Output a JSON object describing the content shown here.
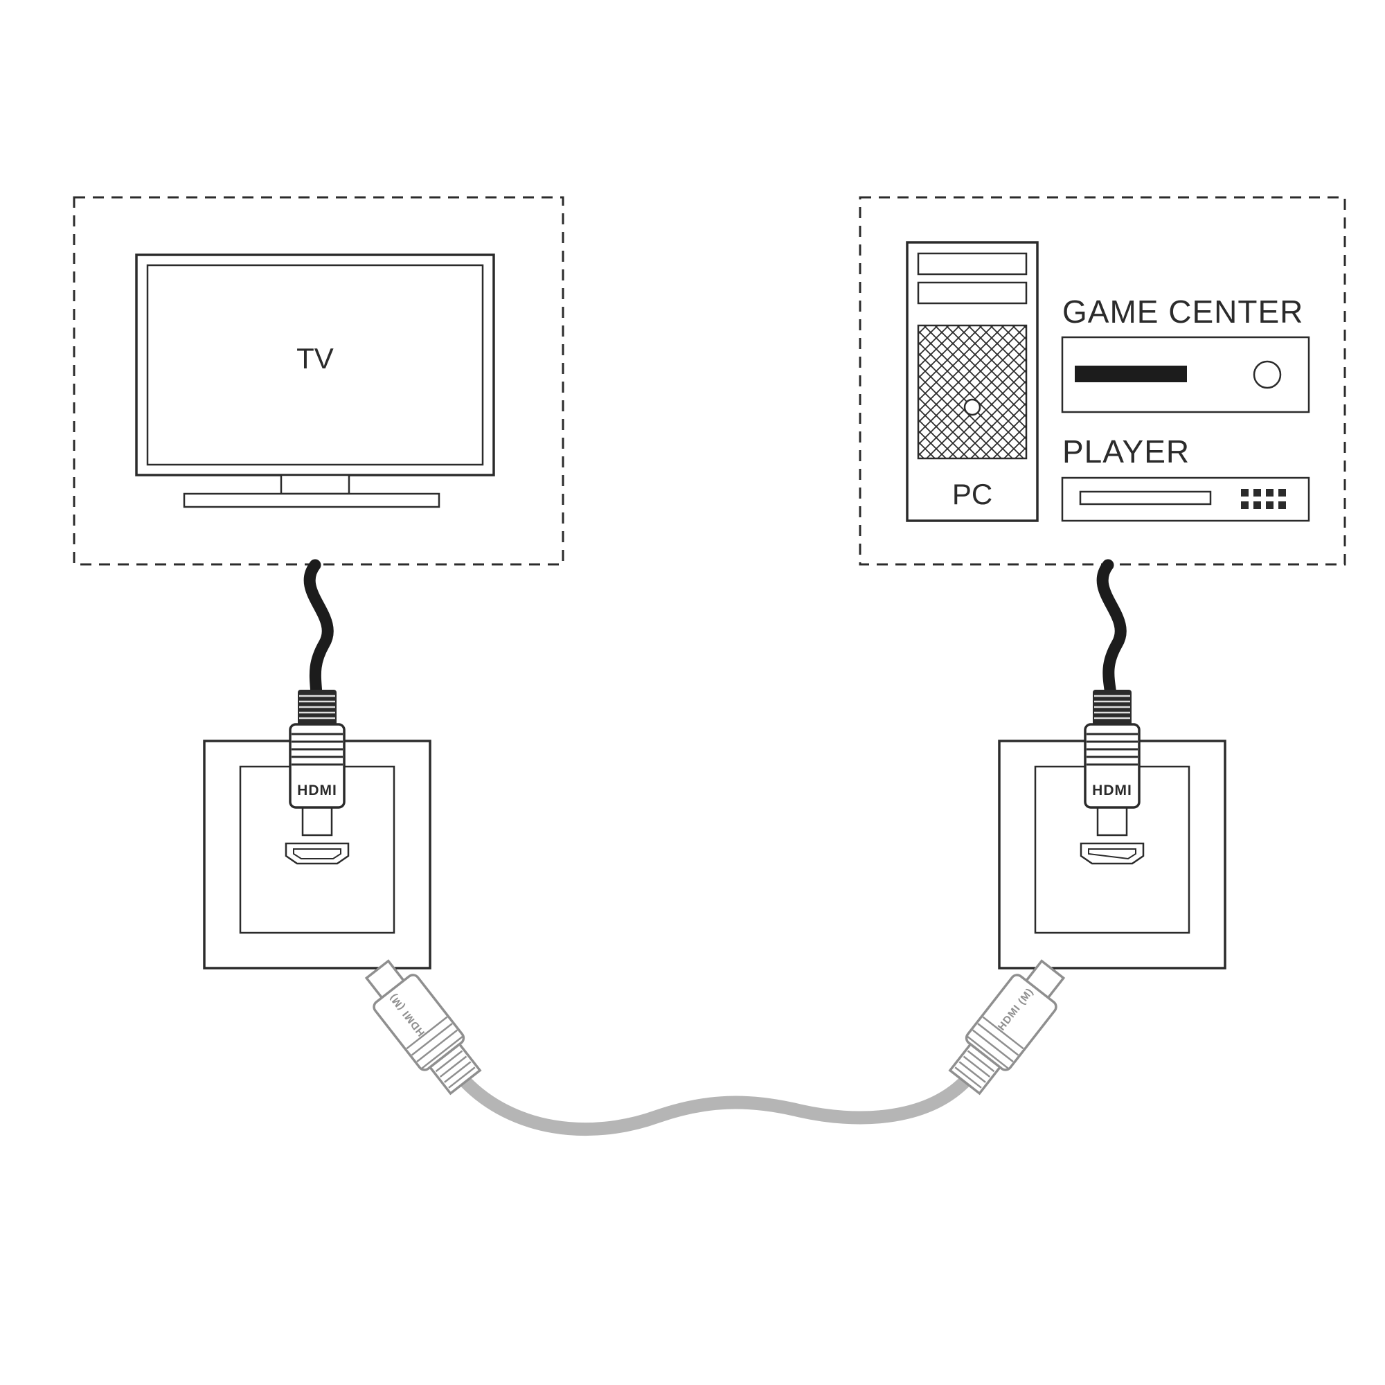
{
  "zones": {
    "tv": {
      "label": "TV"
    },
    "sources": {
      "pc_label": "PC",
      "game_center_label": "GAME CENTER",
      "player_label": "PLAYER"
    }
  },
  "connectors": {
    "top_left_label": "HDMI",
    "top_right_label": "HDMI",
    "bottom_left_label": "HDMI (M)",
    "bottom_right_label": "HDMI (M)"
  },
  "colors": {
    "line": "#2b2b2b",
    "black_cable": "#1c1c1c",
    "gray_cable": "#b5b5b5",
    "gray_outline": "#8f8f8f"
  }
}
